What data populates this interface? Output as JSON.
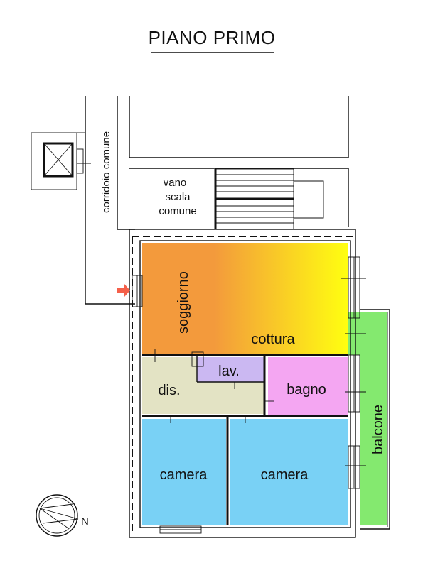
{
  "title": "PIANO PRIMO",
  "labels": {
    "corridor": "corridoio comune",
    "stair_line1": "vano",
    "stair_line2": "scala",
    "stair_line3": "comune",
    "living": "soggiorno",
    "kitchen": "cottura",
    "laundry": "lav.",
    "hall": "dis.",
    "bath": "bagno",
    "bedroom_left": "camera",
    "bedroom_right": "camera",
    "balcony": "balcone",
    "north": "N"
  },
  "colors": {
    "living_start": "#F39A3C",
    "living_end": "#FFFF10",
    "laundry": "#CBB8F2",
    "hall": "#E3E3C4",
    "bath": "#F4A6F2",
    "bedroom": "#79D1F5",
    "balcony": "#84E96F",
    "entry_arrow": "#F5604A"
  }
}
